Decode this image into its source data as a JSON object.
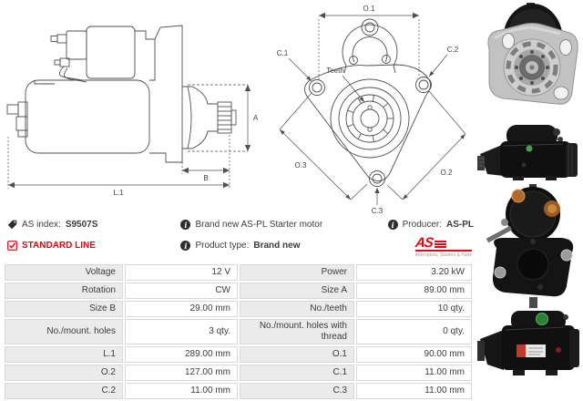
{
  "drawing_side": {
    "dim_a": "A",
    "dim_b": "B",
    "dim_l1": "L.1"
  },
  "drawing_front": {
    "dim_o1": "O.1",
    "dim_o2": "O.2",
    "dim_o3": "O.3",
    "dim_c1": "C.1",
    "dim_c2": "C.2",
    "dim_c3": "C.3",
    "teeth": "Teeth"
  },
  "info": {
    "as_index_label": "AS index:",
    "as_index_value": "S9507S",
    "standard_line_label": "STANDARD LINE",
    "description": "Brand new AS-PL Starter motor",
    "product_type_label": "Product type:",
    "product_type_value": "Brand new",
    "producer_label": "Producer:",
    "producer_value": "AS-PL",
    "info_icon_glyph": "i",
    "logo_text": "AS",
    "logo_tagline": "Alternators, Starters & Parts"
  },
  "specs": {
    "rows": [
      {
        "l1": "Voltage",
        "v1": "12 V",
        "l2": "Power",
        "v2": "3.20 kW"
      },
      {
        "l1": "Rotation",
        "v1": "CW",
        "l2": "Size A",
        "v2": "89.00 mm"
      },
      {
        "l1": "Size B",
        "v1": "29.00 mm",
        "l2": "No./teeth",
        "v2": "10 qty."
      },
      {
        "l1": "No./mount. holes",
        "v1": "3 qty.",
        "l2": "No./mount. holes with thread",
        "v2": "0 qty."
      },
      {
        "l1": "L.1",
        "v1": "289.00 mm",
        "l2": "O.1",
        "v2": "90.00 mm"
      },
      {
        "l1": "O.2",
        "v1": "127.00 mm",
        "l2": "C.1",
        "v2": "11.00 mm"
      },
      {
        "l1": "C.2",
        "v1": "11.00 mm",
        "l2": "C.3",
        "v2": "11.00 mm"
      }
    ]
  },
  "colors": {
    "accent_red": "#e30613",
    "label_cell_bg": "#ebebeb",
    "table_border": "#d8d8d8",
    "drawing_line": "#4f4f4f"
  }
}
